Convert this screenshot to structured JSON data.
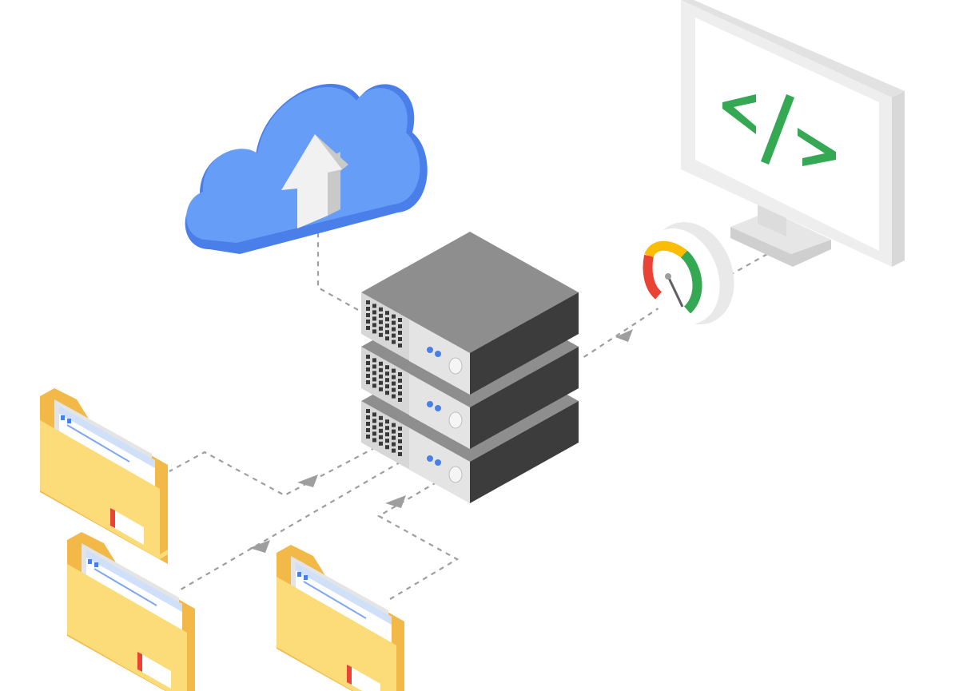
{
  "diagram": {
    "nodes": {
      "cloud": {
        "icon": "cloud-upload-icon"
      },
      "server": {
        "icon": "server-rack-icon",
        "units": 3
      },
      "monitor": {
        "icon": "monitor-icon",
        "code_symbol": "</>"
      },
      "gauge": {
        "icon": "speed-gauge-icon"
      },
      "folders": [
        {
          "icon": "folder-icon"
        },
        {
          "icon": "folder-icon"
        },
        {
          "icon": "folder-icon"
        }
      ]
    },
    "edges": [
      {
        "from": "server",
        "to": "cloud",
        "style": "dashed"
      },
      {
        "from": "monitor",
        "to": "server",
        "via": "gauge",
        "style": "dashed"
      },
      {
        "from": "server",
        "to": "folder-1",
        "style": "dashed"
      },
      {
        "from": "server",
        "to": "folder-2",
        "style": "dashed"
      },
      {
        "from": "folder-3",
        "to": "server",
        "style": "dashed"
      }
    ]
  },
  "colors": {
    "cloud": "#669df6",
    "cloud_dark": "#4a7ee8",
    "server_top": "#8e8e8e",
    "server_side": "#3c3c3c",
    "folder": "#fcdb79",
    "folder_dark": "#f2b948",
    "code_green": "#34a853",
    "gauge_red": "#ea4335",
    "gauge_yellow": "#fbbc04",
    "gauge_green": "#34a853",
    "connector": "#9e9e9e"
  }
}
